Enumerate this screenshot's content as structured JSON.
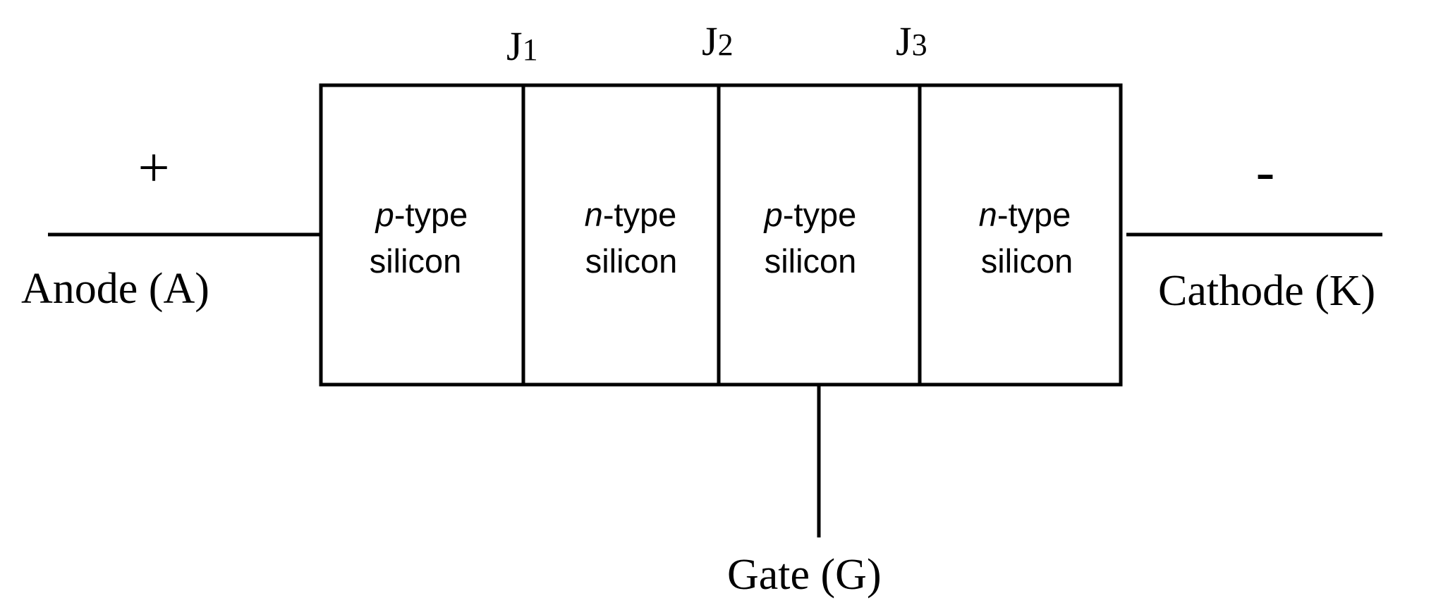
{
  "terminals": {
    "anode": {
      "label": "Anode (A)",
      "polarity": "+"
    },
    "cathode": {
      "label": "Cathode (K)",
      "polarity": "-"
    },
    "gate": {
      "label": "Gate (G)"
    }
  },
  "junctions": [
    {
      "letter": "J",
      "index": "1"
    },
    {
      "letter": "J",
      "index": "2"
    },
    {
      "letter": "J",
      "index": "3"
    }
  ],
  "regions": [
    {
      "type_letter": "p",
      "type_suffix": "-type",
      "material": "silicon"
    },
    {
      "type_letter": "n",
      "type_suffix": "-type",
      "material": "silicon"
    },
    {
      "type_letter": "p",
      "type_suffix": "-type",
      "material": "silicon"
    },
    {
      "type_letter": "n",
      "type_suffix": "-type",
      "material": "silicon"
    }
  ],
  "colors": {
    "stroke": "#000000",
    "background": "#ffffff"
  }
}
